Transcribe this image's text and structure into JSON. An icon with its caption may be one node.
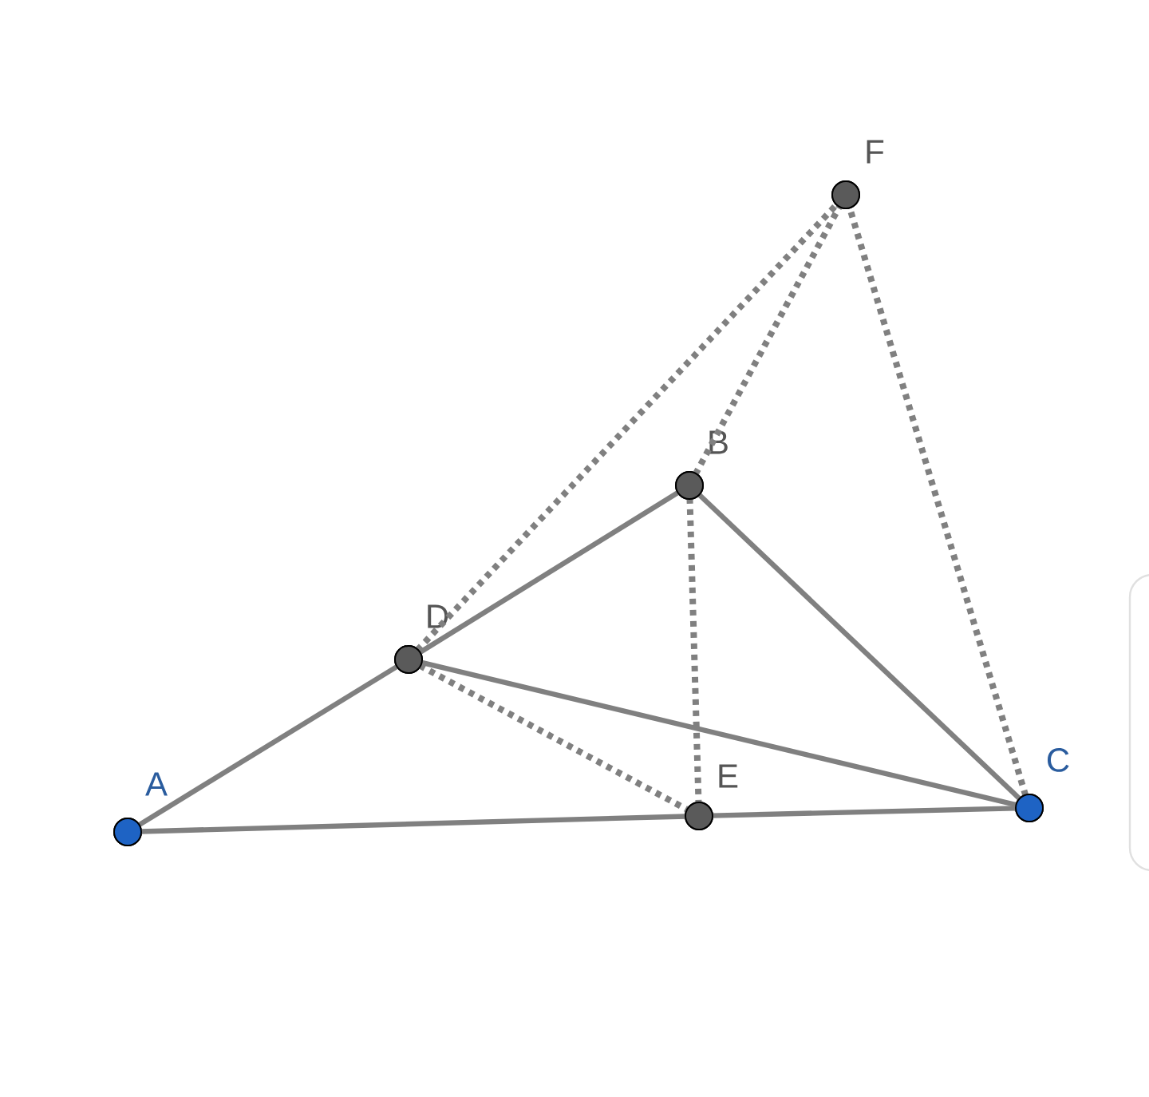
{
  "diagram": {
    "nodes": [
      {
        "text": [],
        "shape": "circle",
        "beside": [
          "A"
        ]
      },
      {
        "text": [],
        "shape": "circle",
        "beside": [
          "B"
        ]
      },
      {
        "text": [],
        "shape": "circle",
        "beside": [
          "C"
        ]
      },
      {
        "text": [],
        "shape": "circle",
        "beside": [
          "D"
        ]
      },
      {
        "text": [],
        "shape": "circle",
        "beside": [
          "E"
        ]
      },
      {
        "text": [],
        "shape": "circle",
        "beside": [
          "F"
        ]
      }
    ],
    "edges": [
      {
        "from": 0,
        "to": 3,
        "arrow": "none"
      },
      {
        "from": 3,
        "to": 1,
        "arrow": "none"
      },
      {
        "from": 0,
        "to": 4,
        "arrow": "none"
      },
      {
        "from": 4,
        "to": 2,
        "arrow": "none"
      },
      {
        "from": 1,
        "to": 2,
        "arrow": "none"
      },
      {
        "from": 3,
        "to": 2,
        "arrow": "none"
      },
      {
        "from": 3,
        "to": 5,
        "arrow": "none",
        "style": "dashed"
      },
      {
        "from": 1,
        "to": 5,
        "arrow": "none",
        "style": "dashed"
      },
      {
        "from": 2,
        "to": 5,
        "arrow": "none",
        "style": "dashed"
      },
      {
        "from": 1,
        "to": 4,
        "arrow": "none",
        "style": "dashed"
      },
      {
        "from": 3,
        "to": 4,
        "arrow": "none",
        "style": "dashed"
      }
    ]
  }
}
